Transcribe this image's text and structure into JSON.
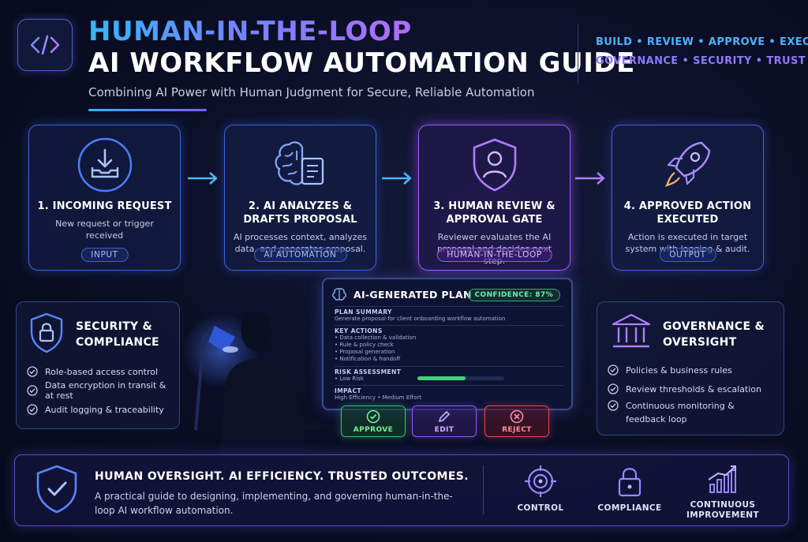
{
  "header": {
    "title_line1": "HUMAN-IN-THE-LOOP",
    "title_line2": "AI WORKFLOW AUTOMATION GUIDE",
    "subtitle": "Combining AI Power with Human Judgment for Secure, Reliable Automation",
    "tags_line1": "BUILD • REVIEW • APPROVE • EXECUTE",
    "tags_line2": "GOVERNANCE • SECURITY • TRUST"
  },
  "steps": [
    {
      "title_line1": "1. INCOMING REQUEST",
      "title_line2": "",
      "desc_line1": "New request or trigger",
      "desc_line2": "received",
      "tag": "INPUT",
      "icon": "inbox-download-icon"
    },
    {
      "title_line1": "2. AI ANALYZES &",
      "title_line2": "DRAFTS PROPOSAL",
      "desc_line1": "AI processes context, analyzes",
      "desc_line2": "data, and generates proposal.",
      "tag": "AI AUTOMATION",
      "icon": "brain-document-icon"
    },
    {
      "title_line1": "3. HUMAN REVIEW &",
      "title_line2": "APPROVAL GATE",
      "desc_line1": "Reviewer evaluates the AI",
      "desc_line2": "proposal and decides next step.",
      "tag": "HUMAN-IN-THE-LOOP",
      "icon": "shield-user-icon"
    },
    {
      "title_line1": "4. APPROVED ACTION",
      "title_line2": "EXECUTED",
      "desc_line1": "Action is executed in target",
      "desc_line2": "system with logging & audit.",
      "tag": "OUTPUT",
      "icon": "rocket-icon"
    }
  ],
  "security": {
    "title_line1": "SECURITY &",
    "title_line2": "COMPLIANCE",
    "items": [
      "Role-based access control",
      "Data encryption in transit & at rest",
      "Audit logging & traceability"
    ]
  },
  "governance": {
    "title_line1": "GOVERNANCE &",
    "title_line2": "OVERSIGHT",
    "items": [
      "Policies & business rules",
      "Review thresholds & escalation",
      "Continuous monitoring &",
      "feedback loop"
    ]
  },
  "plan": {
    "title": "AI-GENERATED PLAN",
    "confidence": "CONFIDENCE: 87%",
    "summary_h": "PLAN SUMMARY",
    "summary_t": "Generate proposal for client onboarding workflow automation",
    "actions_h": "KEY ACTIONS",
    "actions": [
      "• Data collection & validation",
      "• Rule & policy check",
      "• Proposal generation",
      "• Notification & handoff"
    ],
    "risk_h": "RISK ASSESSMENT",
    "risk_t": "• Low Risk",
    "risk_level": 0.55,
    "impact_h": "IMPACT",
    "impact_t": "High Efficiency  •  Medium Effort",
    "approve": "APPROVE",
    "edit": "EDIT",
    "reject": "REJECT"
  },
  "banner": {
    "title": "HUMAN OVERSIGHT. AI EFFICIENCY. TRUSTED OUTCOMES.",
    "text": "A practical guide to designing, implementing, and governing human-in-the-loop AI workflow automation.",
    "items": [
      {
        "line1": "CONTROL",
        "line2": ""
      },
      {
        "line1": "COMPLIANCE",
        "line2": ""
      },
      {
        "line1": "CONTINUOUS",
        "line2": "IMPROVEMENT"
      }
    ]
  },
  "colors": {
    "blue_accent": "#35b6ff",
    "purple_accent": "#9b5cff",
    "approve": "#33c46a",
    "reject": "#e0495c"
  }
}
